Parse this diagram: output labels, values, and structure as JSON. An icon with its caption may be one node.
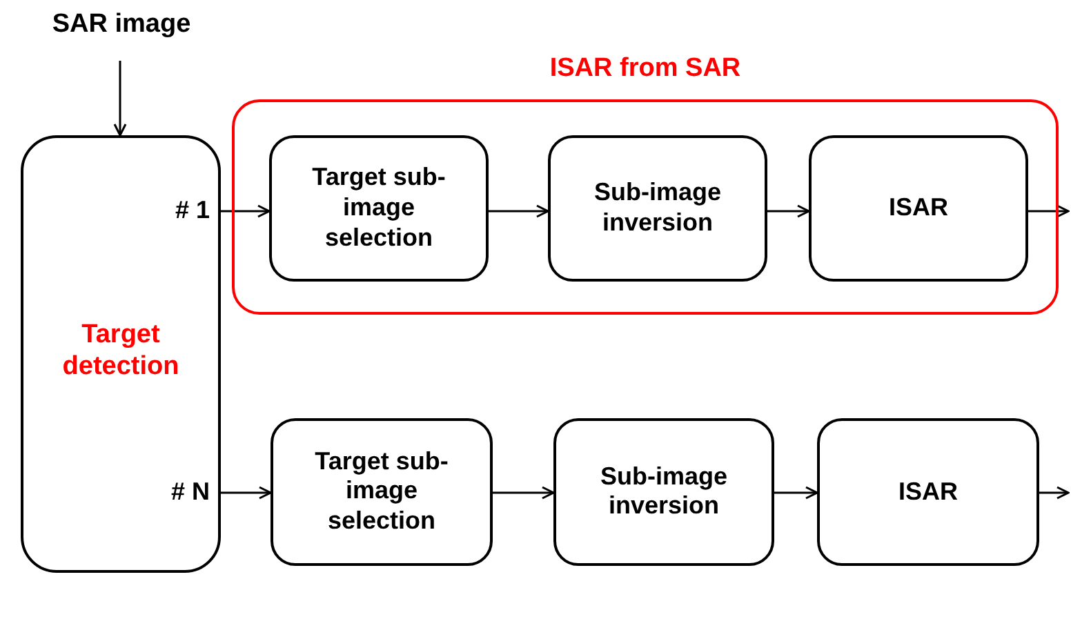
{
  "diagram": {
    "nodes": [
      {
        "text": [
          "SAR image"
        ]
      },
      {
        "text": [
          "# 1",
          "Target detection",
          "# N"
        ]
      },
      {
        "text": [
          "ISAR from SAR"
        ]
      },
      {
        "text": [
          "Target sub-image selection"
        ],
        "in": 2
      },
      {
        "text": [
          "Sub-image inversion"
        ],
        "in": 2
      },
      {
        "text": [
          "ISAR"
        ],
        "in": 2
      },
      {
        "text": [
          "Target sub-image selection"
        ]
      },
      {
        "text": [
          "Sub-image inversion"
        ]
      },
      {
        "text": [
          "ISAR"
        ]
      }
    ],
    "edges": [
      {
        "from": 0,
        "to": 1,
        "arrow": "to"
      },
      {
        "from": 1,
        "to": 3,
        "arrow": "to"
      },
      {
        "from": 3,
        "to": 4,
        "arrow": "to"
      },
      {
        "from": 4,
        "to": 5,
        "arrow": "to"
      },
      {
        "from": 5,
        "to": null,
        "arrow": "to"
      },
      {
        "from": 1,
        "to": 6,
        "arrow": "to"
      },
      {
        "from": 6,
        "to": 7,
        "arrow": "to"
      },
      {
        "from": 7,
        "to": 8,
        "arrow": "to"
      },
      {
        "from": 8,
        "to": null,
        "arrow": "to"
      }
    ]
  }
}
